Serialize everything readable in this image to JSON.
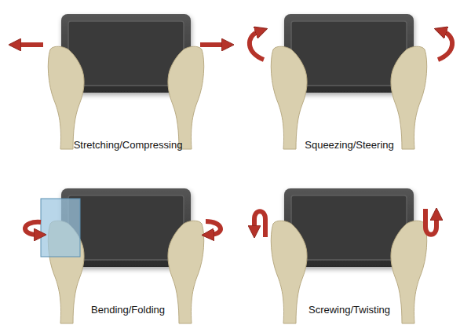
{
  "diagram": {
    "labels": [
      "Stretching/Compressing",
      "Squeezing/Steering",
      "Bending/Folding",
      "Screwing/Twisting"
    ]
  }
}
